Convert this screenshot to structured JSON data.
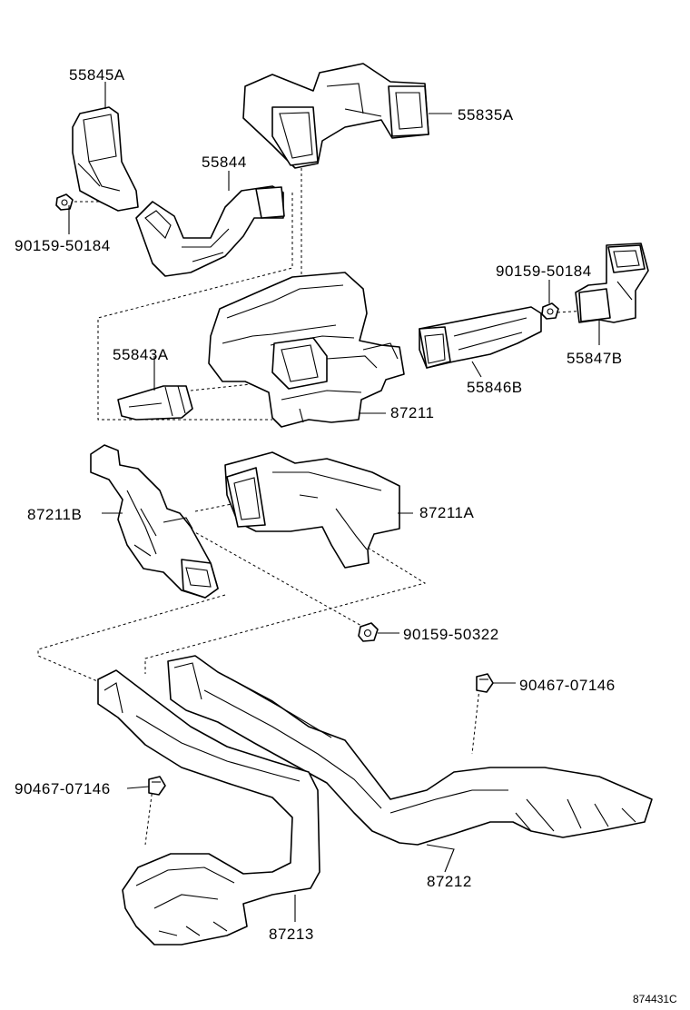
{
  "parts": {
    "p55845A": "55845A",
    "p55835A": "55835A",
    "p55844": "55844",
    "p90159_50184_left": "90159-50184",
    "p90159_50184_right": "90159-50184",
    "p55847B": "55847B",
    "p55843A": "55843A",
    "p55846B": "55846B",
    "p87211": "87211",
    "p87211B": "87211B",
    "p87211A": "87211A",
    "p90159_50322": "90159-50322",
    "p90467_07146_right": "90467-07146",
    "p90467_07146_left": "90467-07146",
    "p87212": "87212",
    "p87213": "87213"
  },
  "diagram_code": "874431C"
}
